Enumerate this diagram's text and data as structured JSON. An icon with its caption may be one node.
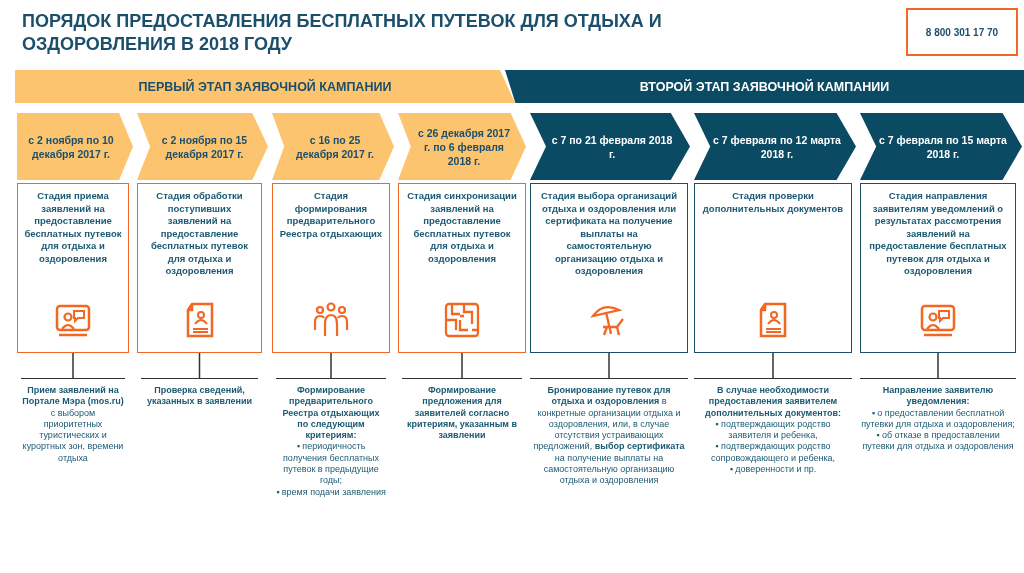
{
  "diagram": {
    "title": "ПОРЯДОК ПРЕДОСТАВЛЕНИЯ БЕСПЛАТНЫХ ПУТЕВОК ДЛЯ ОТДЫХА И ОЗДОРОВЛЕНИЯ В 2018 ГОДУ",
    "nodes": [
      {
        "text": [
          "8 800 301 17 70"
        ]
      },
      {
        "text": [
          "ПЕРВЫЙ ЭТАП ЗАЯВОЧНОЙ КАМПАНИИ"
        ]
      },
      {
        "text": [
          "ВТОРОЙ ЭТАП ЗАЯВОЧНОЙ КАМПАНИИ"
        ]
      },
      {
        "text": [
          "с 2 ноября по 10 декабря 2017 г."
        ]
      },
      {
        "text": [
          "с 2 ноября по 15 декабря 2017 г."
        ]
      },
      {
        "text": [
          "с 16 по 25 декабря 2017 г."
        ]
      },
      {
        "text": [
          "с 26 декабря 2017 г. по 6 февраля 2018 г."
        ]
      },
      {
        "text": [
          "с 7 по 21 февраля 2018 г."
        ]
      },
      {
        "text": [
          "с 7 февраля по 12 марта 2018 г."
        ]
      },
      {
        "text": [
          "с 7 февраля по 15 марта 2018 г."
        ]
      },
      {
        "text": [
          "Стадия приема заявлений на предоставление бесплатных путевок для отдыха и оздоровления"
        ]
      },
      {
        "text": [
          "Стадия обработки поступивших заявлений на предоставление бесплатных путевок для отдыха и оздоровления"
        ]
      },
      {
        "text": [
          "Стадия формирования предварительного Реестра отдыхающих"
        ]
      },
      {
        "text": [
          "Стадия синхронизации заявлений на предоставление бесплатных путевок для отдыха и оздоровления"
        ]
      },
      {
        "text": [
          "Стадия выбора организаций отдыха и оздоровления или сертификата на получение выплаты на самостоятельную организацию отдыха и оздоровления"
        ]
      },
      {
        "text": [
          "Стадия проверки дополнительных документов"
        ]
      },
      {
        "text": [
          "Стадия направления заявителям уведомлений о результатах рассмотрения заявлений на предоставление бесплатных путевок для отдыха и оздоровления"
        ]
      },
      {
        "text": [
          "**Прием заявлений на Портале Мэра (mos.ru)** с выбором приоритетных туристических и курортных зон, времени отдыха"
        ]
      },
      {
        "text": [
          "Проверка сведений, указанных в заявлении"
        ]
      },
      {
        "text": [
          "Формирование предварительного Реестра отдыхающих по следующим критериям:",
          "▪ периодичность получения бесплатных путевок в предыдущие годы;",
          "▪ время подачи заявления"
        ]
      },
      {
        "text": [
          "Формирование предложения для заявителей согласно критериям, указанным в заявлении"
        ]
      },
      {
        "text": [
          "**Бронирование путевок для отдыха и оздоровления** в конкретные организации отдыха и оздоровления, или, в случае отсутствия устраивающих предложений, **выбор сертификата** на получение выплаты на самостоятельную организацию отдыха и оздоровления"
        ]
      },
      {
        "text": [
          "В случае необходимости предоставления заявителем дополнительных документов:",
          "▪ подтверждающих родство заявителя и ребенка,",
          "▪ подтверждающих родство сопровождающего и ребенка,",
          "▪ доверенности и пр."
        ]
      },
      {
        "text": [
          "Направление заявителю уведомления:",
          "▪ о предоставлении бесплатной путевки для отдыха и оздоровления;",
          "▪ об отказе в предоставлении путевки для отдыха и оздоровления"
        ]
      }
    ],
    "edges": [
      {
        "from": 10,
        "to": 17,
        "arrow": "none"
      },
      {
        "from": 11,
        "to": 18,
        "arrow": "none"
      },
      {
        "from": 12,
        "to": 19,
        "arrow": "none"
      },
      {
        "from": 13,
        "to": 20,
        "arrow": "none"
      },
      {
        "from": 14,
        "to": 21,
        "arrow": "none"
      },
      {
        "from": 15,
        "to": 22,
        "arrow": "none"
      },
      {
        "from": 16,
        "to": 23,
        "arrow": "none"
      }
    ]
  }
}
